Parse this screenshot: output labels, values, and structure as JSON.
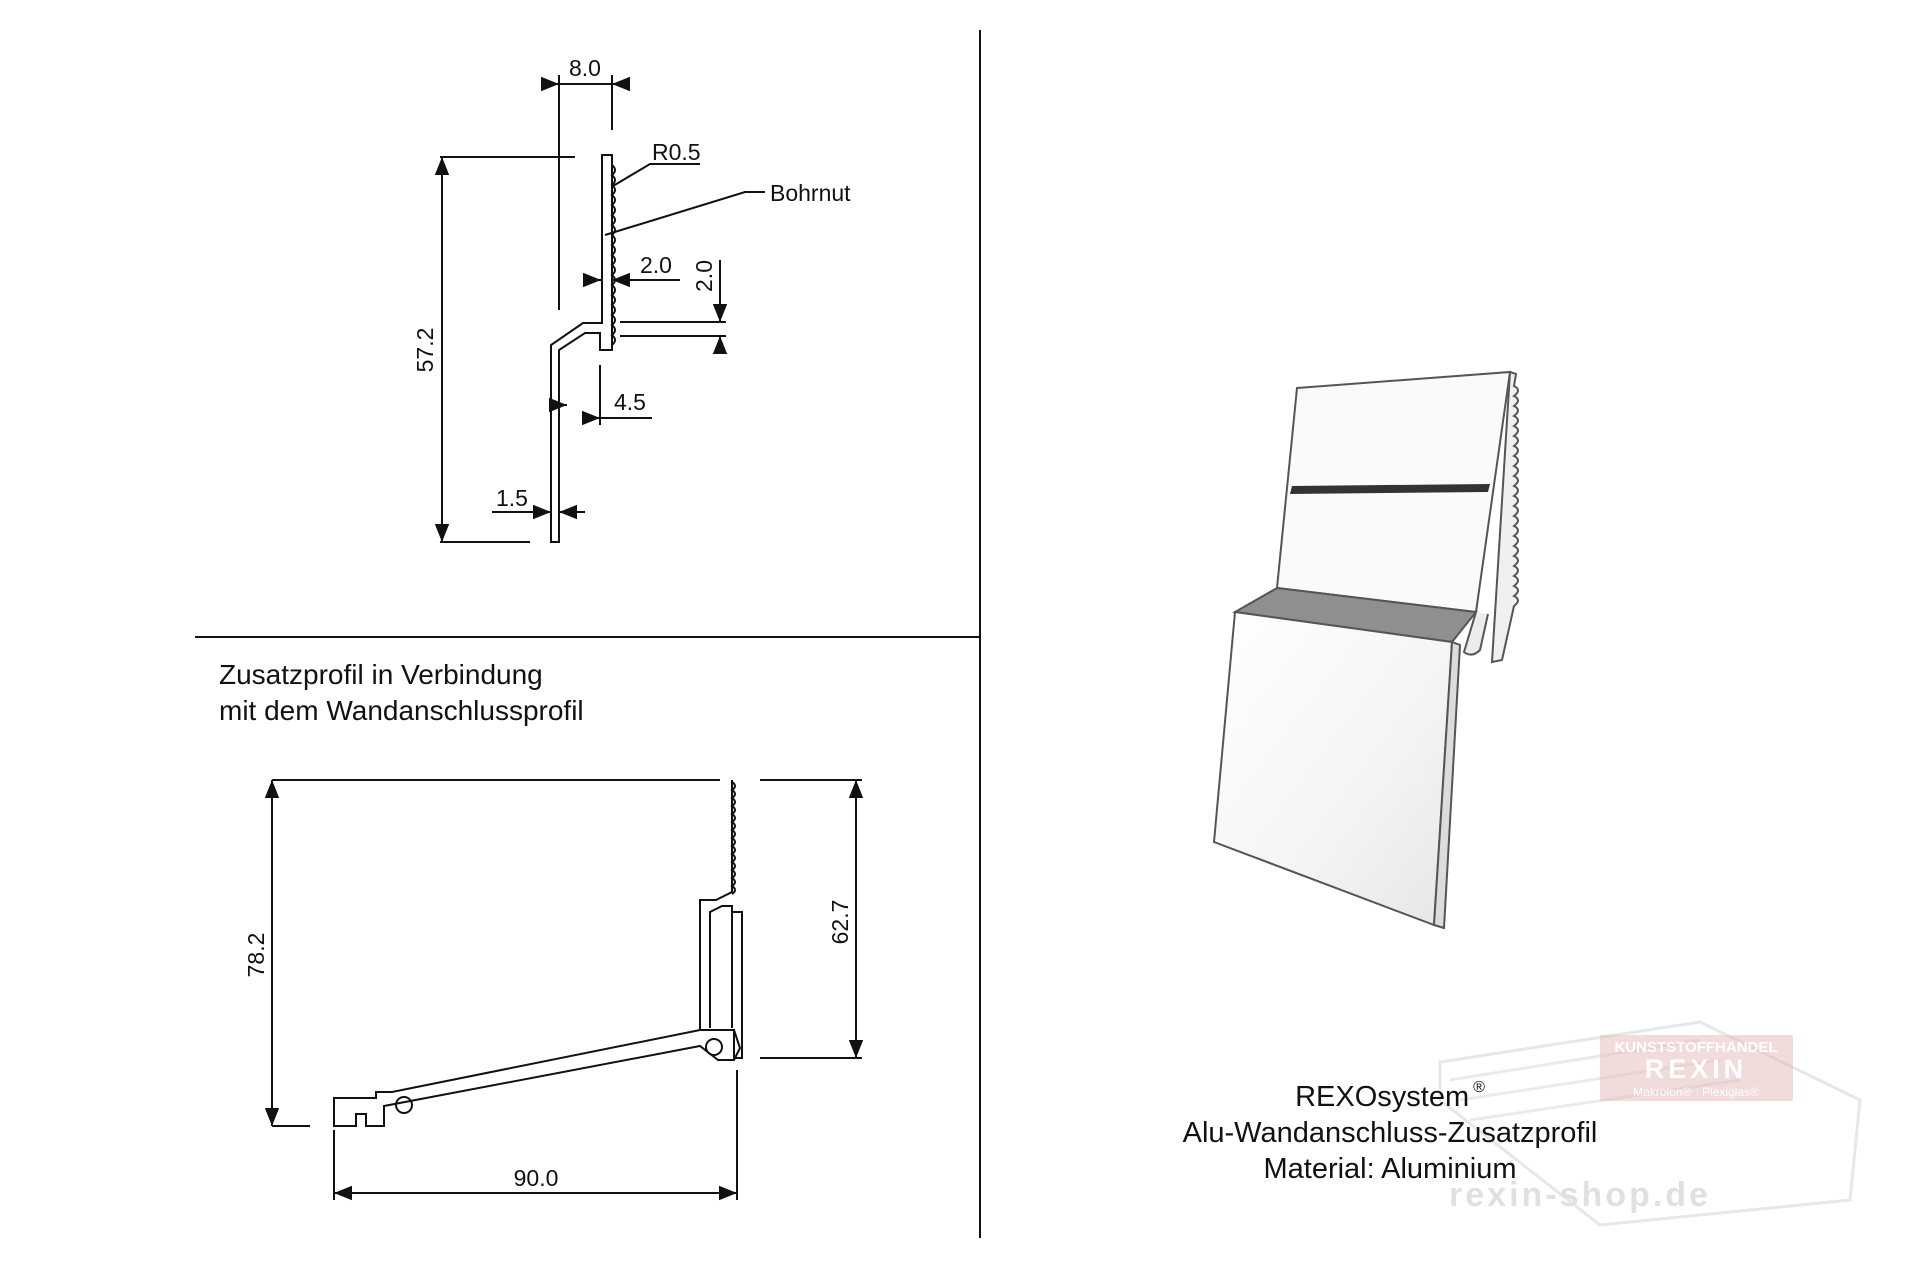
{
  "top_drawing": {
    "dim_width_top": "8.0",
    "dim_height": "57.2",
    "radius": "R0.5",
    "groove_label": "Bohrnut",
    "dim_groove_depth": "2.0",
    "dim_groove_height": "2.0",
    "dim_offset": "4.5",
    "dim_thickness": "1.5"
  },
  "bottom_drawing": {
    "caption_line1": "Zusatzprofil in Verbindung",
    "caption_line2": "mit dem Wandanschlussprofil",
    "dim_total_height": "78.2",
    "dim_right_height": "62.7",
    "dim_width": "90.0"
  },
  "product_info": {
    "brand": "REXOsystem",
    "registered_mark": "®",
    "product_name": "Alu-Wandanschluss-Zusatzprofil",
    "material": "Material: Aluminium"
  },
  "watermark": {
    "line1": "KUNSTSTOFFHANDEL",
    "line2": "REXIN",
    "line3": "Makrolon® · Plexiglas®",
    "url": "rexin-shop.de"
  },
  "colors": {
    "line": "#111111",
    "watermark": "#c9c9c9",
    "watermark_badge": "#d9a3a3"
  }
}
